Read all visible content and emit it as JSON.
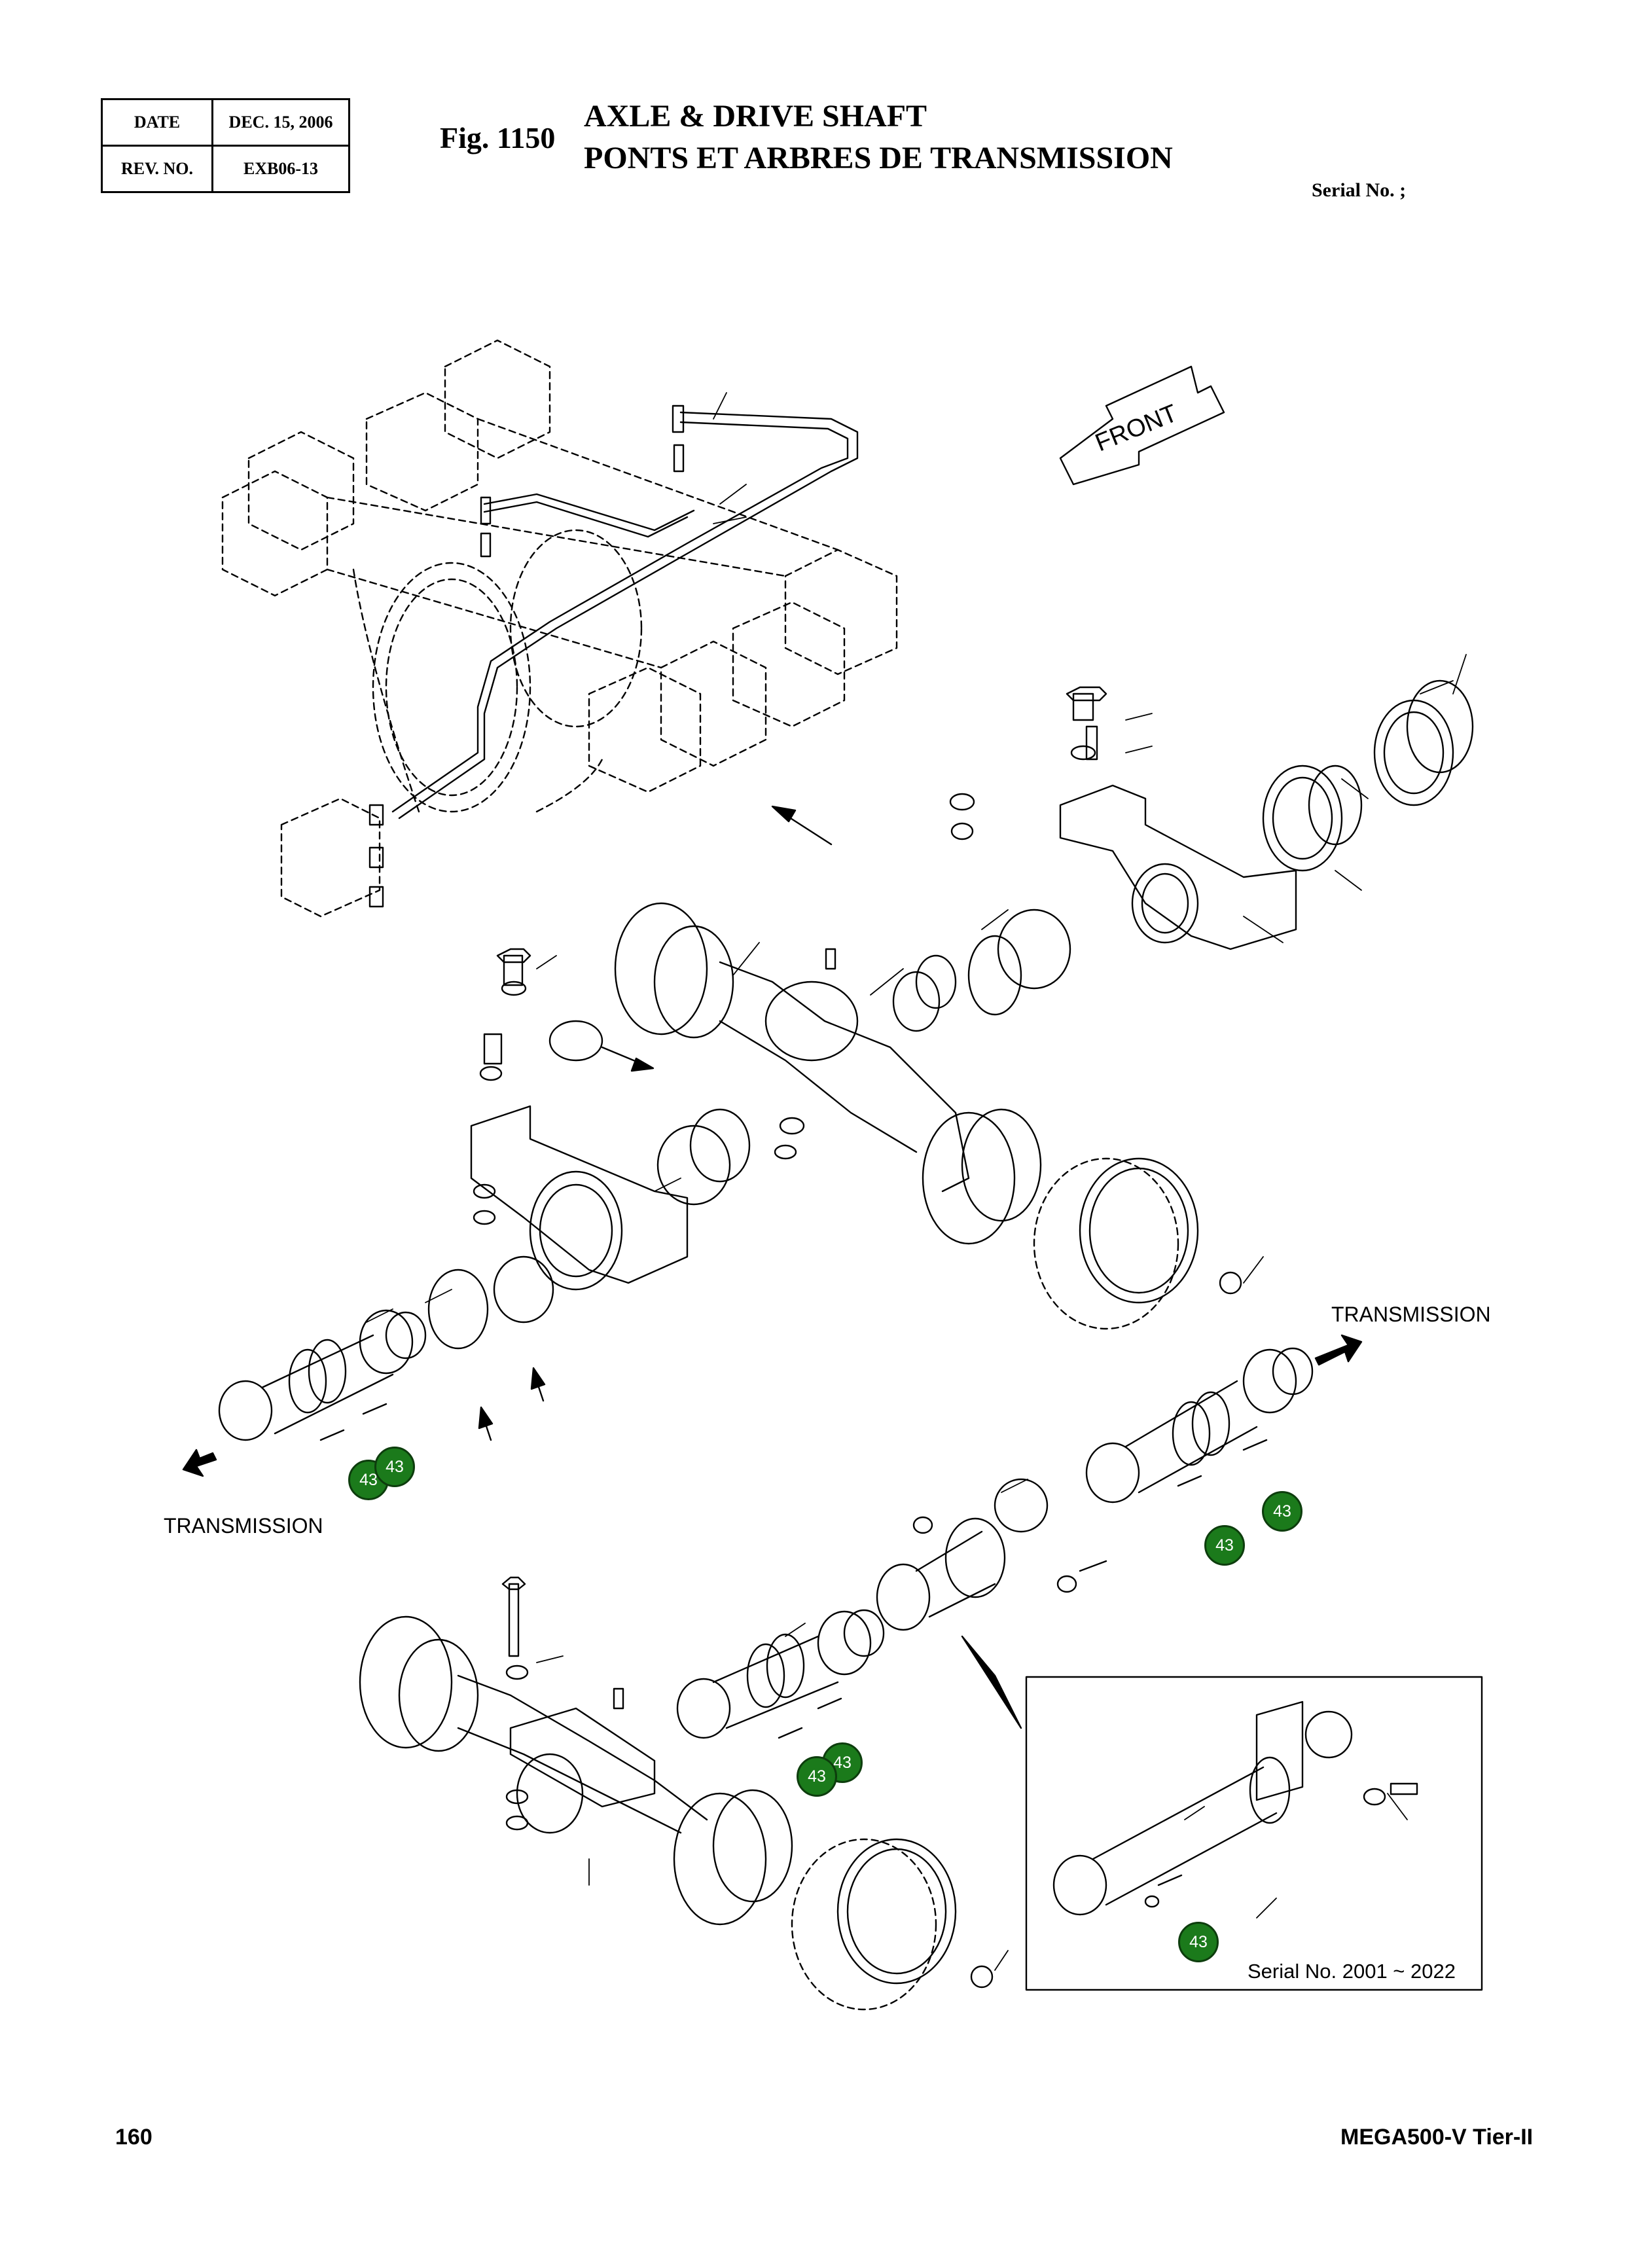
{
  "header": {
    "date_label": "DATE",
    "date_value": "DEC. 15, 2006",
    "rev_label": "REV. NO.",
    "rev_value": "EXB06-13",
    "fig_number": "Fig. 1150",
    "title_en": "AXLE & DRIVE SHAFT",
    "title_fr": "PONTS ET ARBRES DE TRANSMISSION",
    "serial": "Serial No. ;"
  },
  "diagram": {
    "front_label": "FRONT",
    "transmission_right": "TRANSMISSION",
    "transmission_left": "TRANSMISSION",
    "callouts": [
      "43",
      "43",
      "43",
      "43",
      "43",
      "43",
      "43"
    ],
    "inset_serial": "Serial No. 2001 ~ 2022",
    "callout_color": "#1b7a1b"
  },
  "footer": {
    "page_number": "160",
    "model": "MEGA500-V Tier-II"
  }
}
